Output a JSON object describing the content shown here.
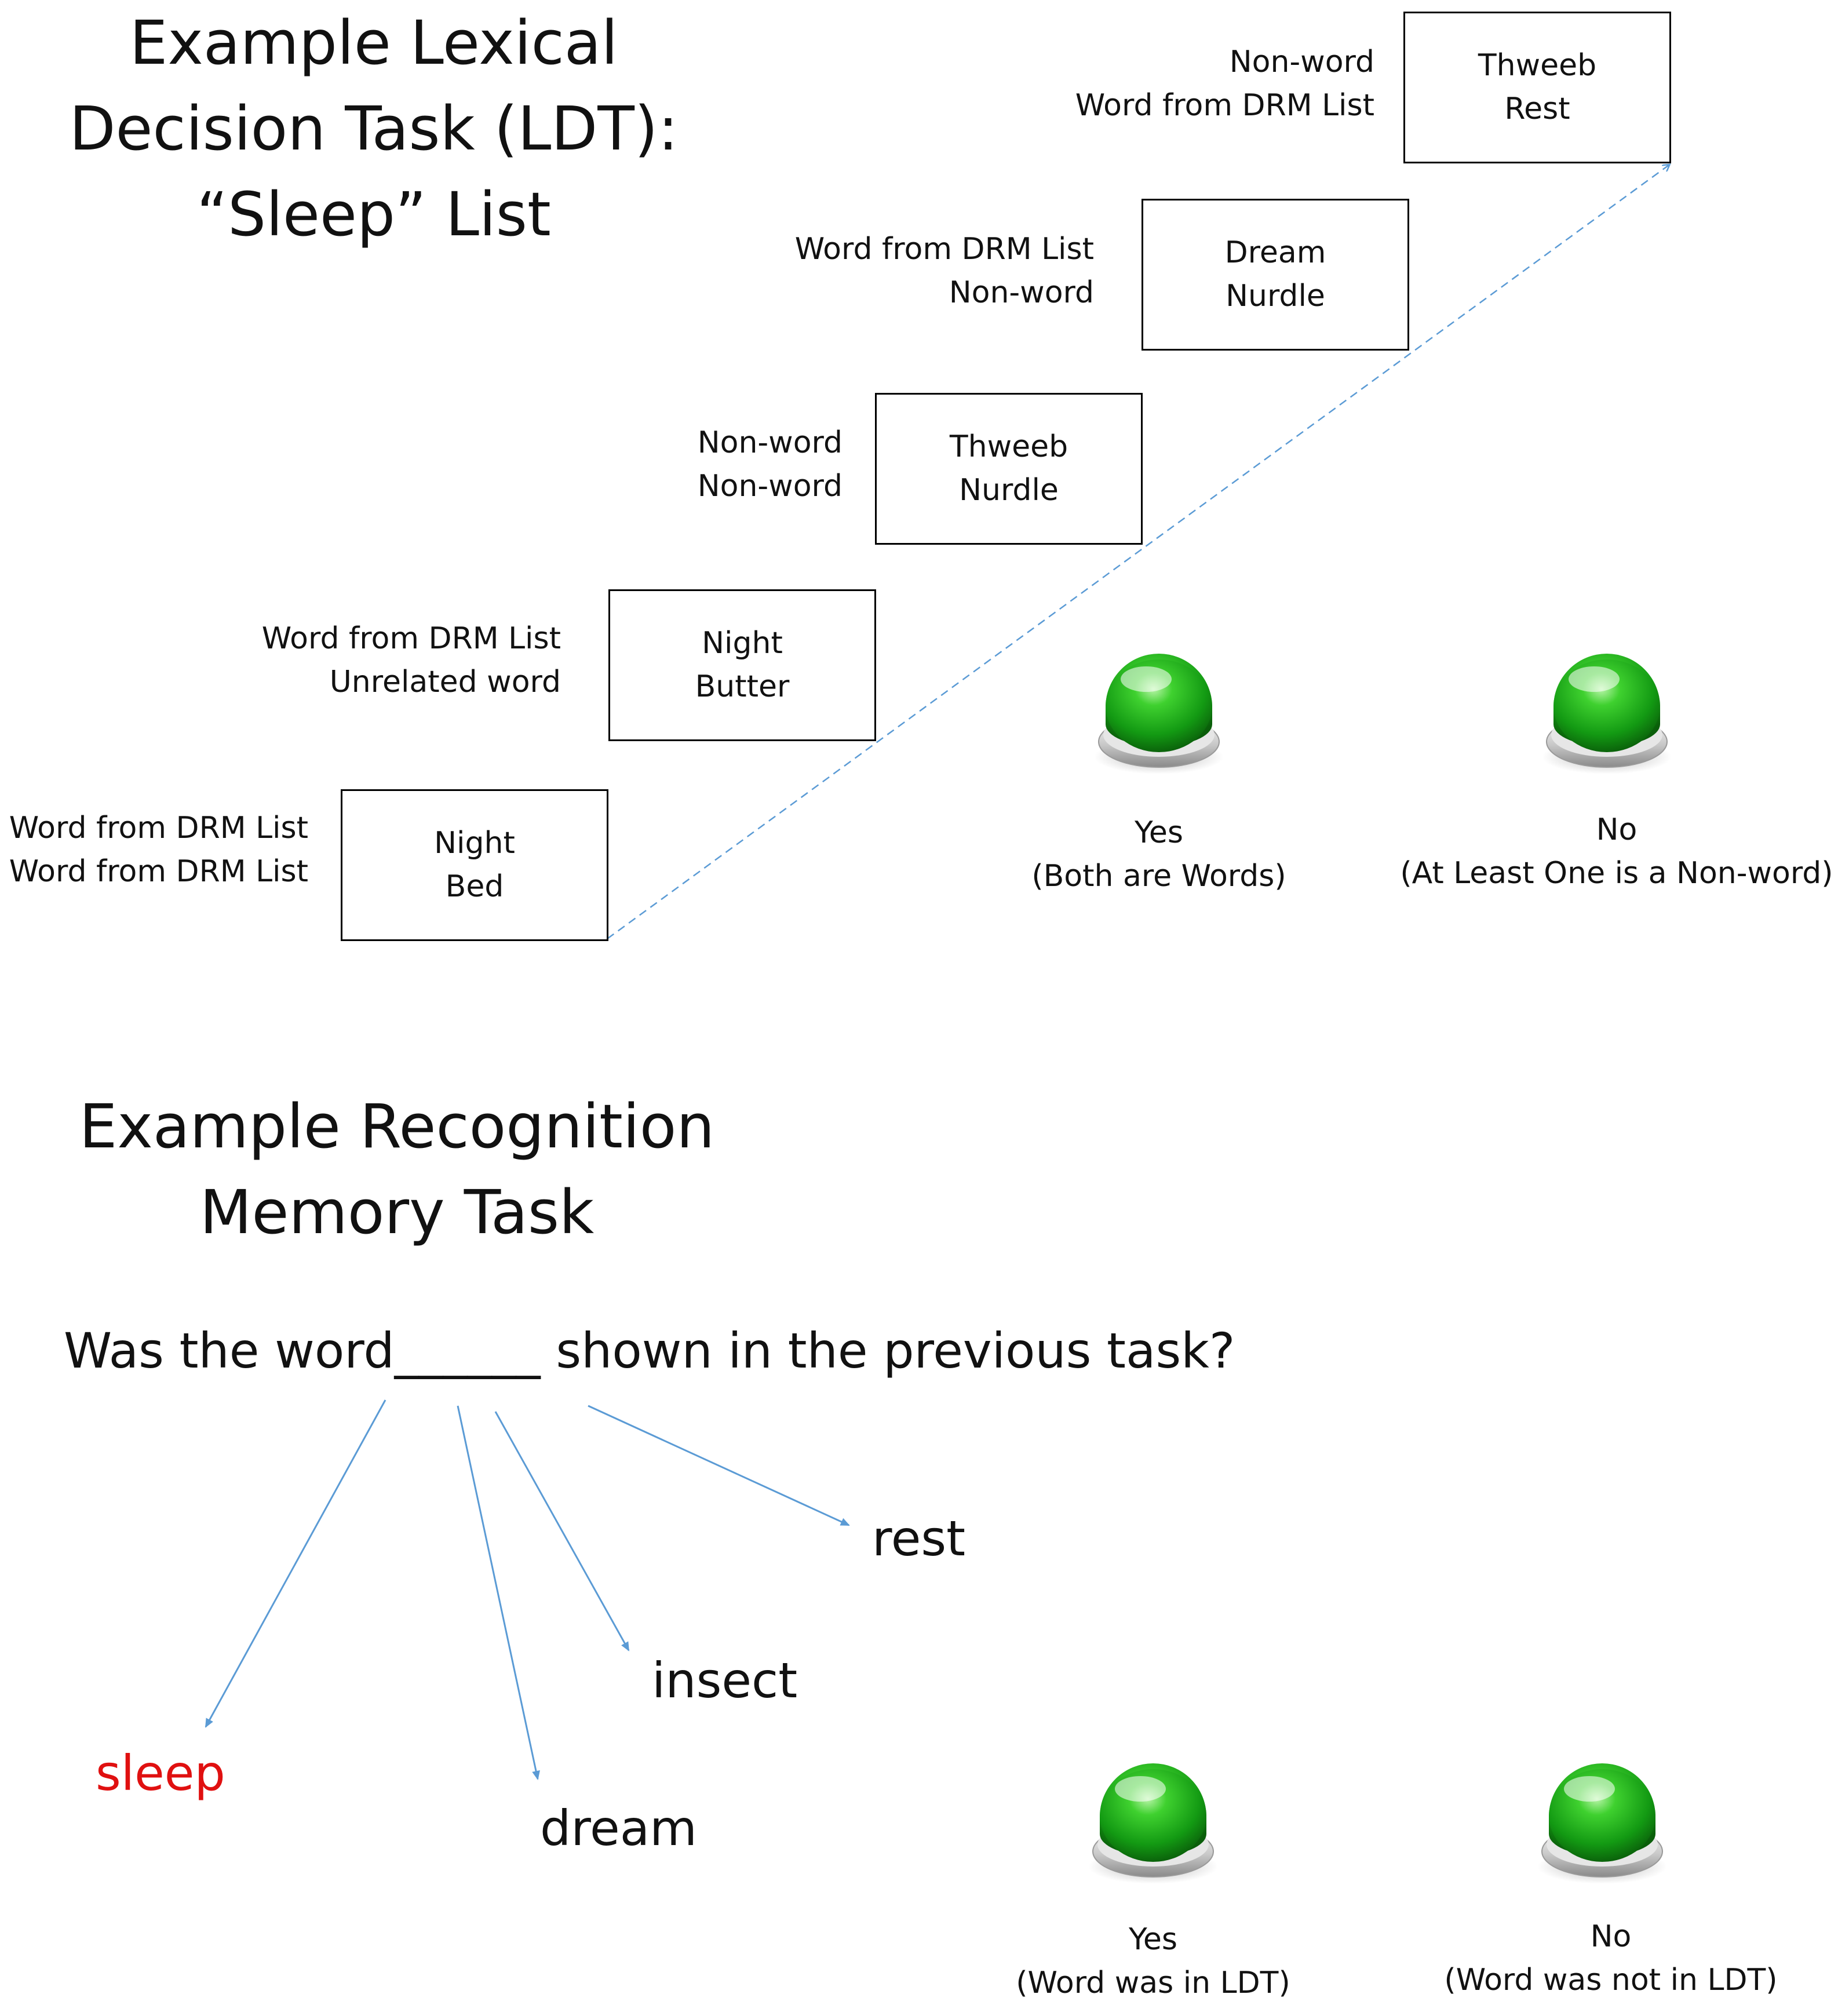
{
  "ldt": {
    "title_lines": [
      "Example Lexical",
      "Decision Task (LDT):",
      "“Sleep” List"
    ],
    "trials": [
      {
        "label_1": "Word from DRM List",
        "label_2": "Word from DRM List",
        "word_1": "Night",
        "word_2": "Bed"
      },
      {
        "label_1": "Word from DRM List",
        "label_2": "Unrelated word",
        "word_1": "Night",
        "word_2": "Butter"
      },
      {
        "label_1": "Non-word",
        "label_2": "Non-word",
        "word_1": "Thweeb",
        "word_2": "Nurdle"
      },
      {
        "label_1": "Word from DRM List",
        "label_2": "Non-word",
        "word_1": "Dream",
        "word_2": "Nurdle"
      },
      {
        "label_1": "Non-word",
        "label_2": "Word from DRM List",
        "word_1": "Thweeb",
        "word_2": "Rest"
      }
    ],
    "yes_button": {
      "line_1": "Yes",
      "line_2": "(Both are Words)"
    },
    "no_button": {
      "line_1": "No",
      "line_2": "(At Least One is a Non-word)"
    }
  },
  "recognition": {
    "title_lines": [
      "Example Recognition",
      "Memory Task"
    ],
    "question": "Was the word______ shown in the previous task?",
    "options": [
      {
        "word": "sleep",
        "color": "#e01010"
      },
      {
        "word": "dream",
        "color": "#111111"
      },
      {
        "word": "insect",
        "color": "#111111"
      },
      {
        "word": "rest",
        "color": "#111111"
      }
    ],
    "yes_button": {
      "line_1": "Yes",
      "line_2": "(Word was in LDT)"
    },
    "no_button": {
      "line_1": "No",
      "line_2": "(Word was not in LDT)"
    }
  },
  "colors": {
    "arrow": "#5b9bd5",
    "button_green": "#1faa1f",
    "sleep_highlight": "#e01010"
  }
}
